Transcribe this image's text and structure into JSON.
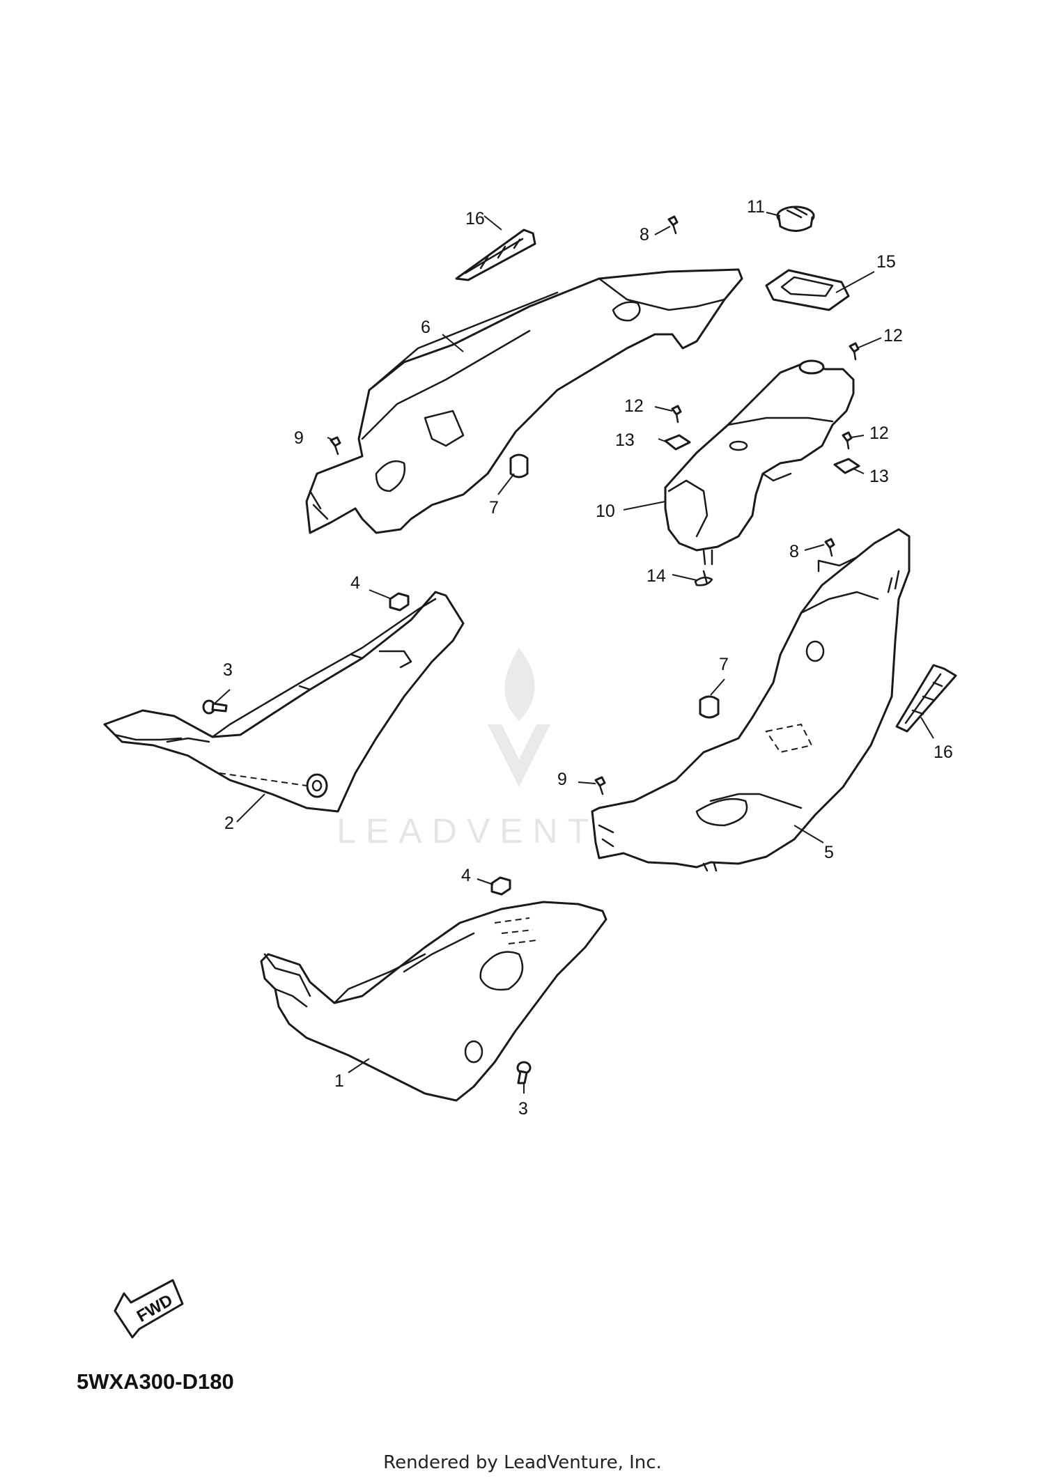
{
  "diagram": {
    "code": "5WXA300-D180",
    "footer": "Rendered by LeadVenture, Inc.",
    "watermark": "LEADVENTURE",
    "fwd_label": "FWD"
  },
  "callouts": [
    "1",
    "2",
    "3",
    "3",
    "4",
    "4",
    "5",
    "6",
    "7",
    "7",
    "8",
    "8",
    "9",
    "9",
    "10",
    "11",
    "12",
    "12",
    "12",
    "13",
    "13",
    "14",
    "15",
    "16",
    "16"
  ]
}
